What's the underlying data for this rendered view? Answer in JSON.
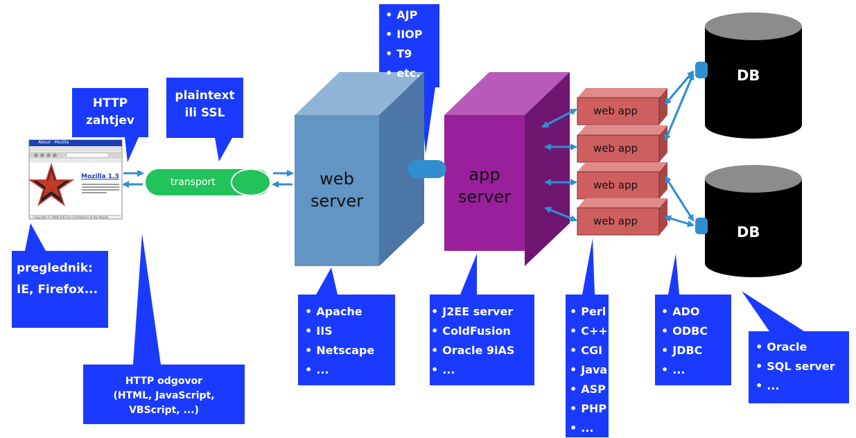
{
  "browser": {
    "window_title": "About - Mozilla",
    "about_title": "Mozilla 1.3",
    "copyright": "Copyright © 1998-2003 by Contributors to the Mozilla"
  },
  "callouts": {
    "http_request": [
      "HTTP",
      "zahtjev"
    ],
    "plaintext": [
      "plaintext",
      "ili SSL"
    ],
    "protocols": [
      "AJP",
      "IIOP",
      "T9",
      "etc."
    ],
    "browser": [
      "preglednik:",
      "IE, Firefox..."
    ],
    "http_response": [
      "HTTP odgovor",
      "(HTML, JavaScript,",
      "VBScript, ...)"
    ],
    "web_servers": [
      "Apache",
      "IIS",
      "Netscape",
      "..."
    ],
    "app_servers": [
      "J2EE server",
      "ColdFusion",
      "Oracle 9iAS",
      "..."
    ],
    "languages": [
      "Perl",
      "C++",
      "CGI",
      "Java",
      "ASP",
      "PHP",
      "..."
    ],
    "db_apis": [
      "ADO",
      "ODBC",
      "JDBC",
      "..."
    ],
    "databases": [
      "Oracle",
      "SQL server",
      "..."
    ]
  },
  "transport_label": "transport",
  "web_server_label": [
    "web",
    "server"
  ],
  "app_server_label": [
    "app",
    "server"
  ],
  "web_app_label": "web app",
  "db_label": "DB",
  "colors": {
    "callout_blue": "#1a3aff",
    "web_server_front": "#6294c4",
    "web_server_top": "#8fb4d8",
    "web_server_side": "#4b76a6",
    "app_server_front": "#9a1f9a",
    "app_server_top": "#b85ab8",
    "app_server_side": "#6f1670",
    "web_app_front": "#cf5f5f",
    "transport_green": "#22c35a",
    "arrow_blue": "#2f8fd0",
    "db_black": "#000000",
    "db_top": "#8c8c8c"
  }
}
